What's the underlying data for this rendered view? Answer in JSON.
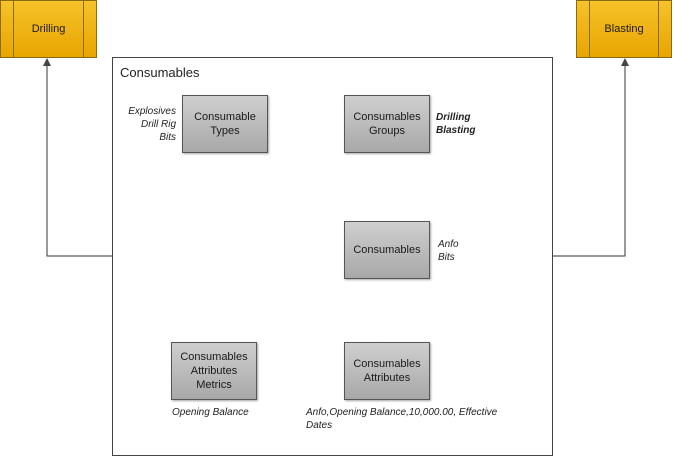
{
  "external": {
    "drilling": "Drilling",
    "blasting": "Blasting"
  },
  "container_title": "Consumables",
  "nodes": {
    "consumable_types": [
      "Consumable",
      "Types"
    ],
    "consumables_groups": [
      "Consumables",
      "Groups"
    ],
    "consumables": [
      "Consumables"
    ],
    "attributes_metrics": [
      "Consumables",
      "Attributes",
      "Metrics"
    ],
    "consumables_attributes": [
      "Consumables",
      "Attributes"
    ]
  },
  "notes": {
    "types_examples": [
      "Explosives",
      "Drill Rig",
      "Bits"
    ],
    "groups_examples": [
      "Drilling",
      "Blasting"
    ],
    "consumables_examples": [
      "Anfo",
      "Bits"
    ],
    "metrics_example": [
      "Opening Balance"
    ],
    "attributes_example": [
      "Anfo,Opening Balance,10,000.00, Effective",
      "Dates"
    ]
  }
}
